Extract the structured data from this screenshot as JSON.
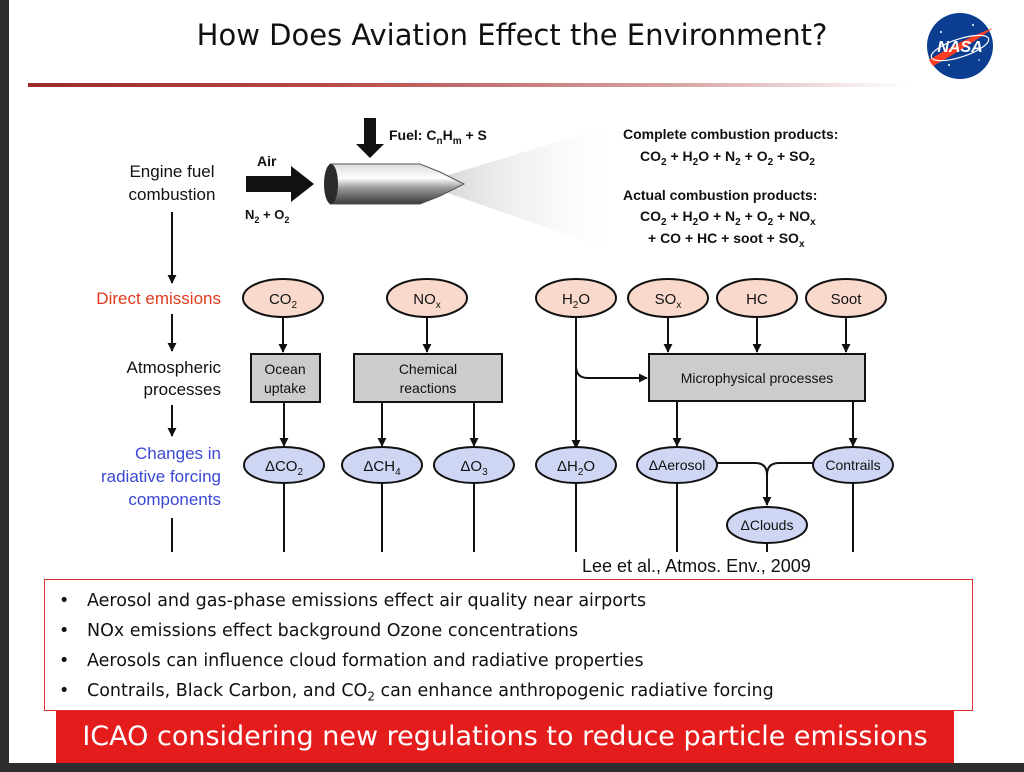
{
  "slide": {
    "title": "How Does Aviation Effect the Environment?",
    "logo_text": "NASA",
    "citation": "Lee et al., Atmos. Env., 2009"
  },
  "diagram": {
    "row_labels": {
      "engine_line1": "Engine fuel",
      "engine_line2": "combustion",
      "direct_emissions": "Direct emissions",
      "atmos_line1": "Atmospheric",
      "atmos_line2": "processes",
      "changes_line1": "Changes in",
      "changes_line2": "radiative forcing",
      "changes_line3": "components"
    },
    "engine": {
      "fuel_label": "Fuel: C",
      "fuel_sub_n": "n",
      "fuel_mid": "H",
      "fuel_sub_m": "m",
      "fuel_end": " + S",
      "air_label": "Air",
      "air_n": "N",
      "air_sub2a": "2",
      "air_plus": " + O",
      "air_sub2b": "2"
    },
    "complete_heading": "Complete combustion products:",
    "actual_heading": "Actual combustion products:",
    "emissions": [
      "CO2",
      "NOx",
      "H2O",
      "SOx",
      "HC",
      "Soot"
    ],
    "processes": {
      "ocean_line1": "Ocean",
      "ocean_line2": "uptake",
      "chem_line1": "Chemical",
      "chem_line2": "reactions",
      "micro": "Microphysical processes"
    },
    "components": [
      "ΔCO2",
      "ΔCH4",
      "ΔO3",
      "ΔH2O",
      "ΔAerosol",
      "Contrails",
      "ΔClouds"
    ]
  },
  "bullets": [
    "Aerosol and gas-phase emissions effect air quality near airports",
    "NOx emissions effect background Ozone concentrations",
    "Aerosols can influence cloud formation and radiative properties",
    "Contrails, Black Carbon, and CO2 can enhance anthropogenic radiative forcing"
  ],
  "bullet_symbol": "•",
  "banner": "ICAO considering new regulations to reduce particle emissions",
  "colors": {
    "accent_red": "#e51c1c",
    "direct_emissions_label": "#e23b1e",
    "changes_label": "#3b48d6",
    "emission_fill": "#f9d9cc",
    "component_fill": "#cfd6f3",
    "process_fill": "#cccccc"
  }
}
